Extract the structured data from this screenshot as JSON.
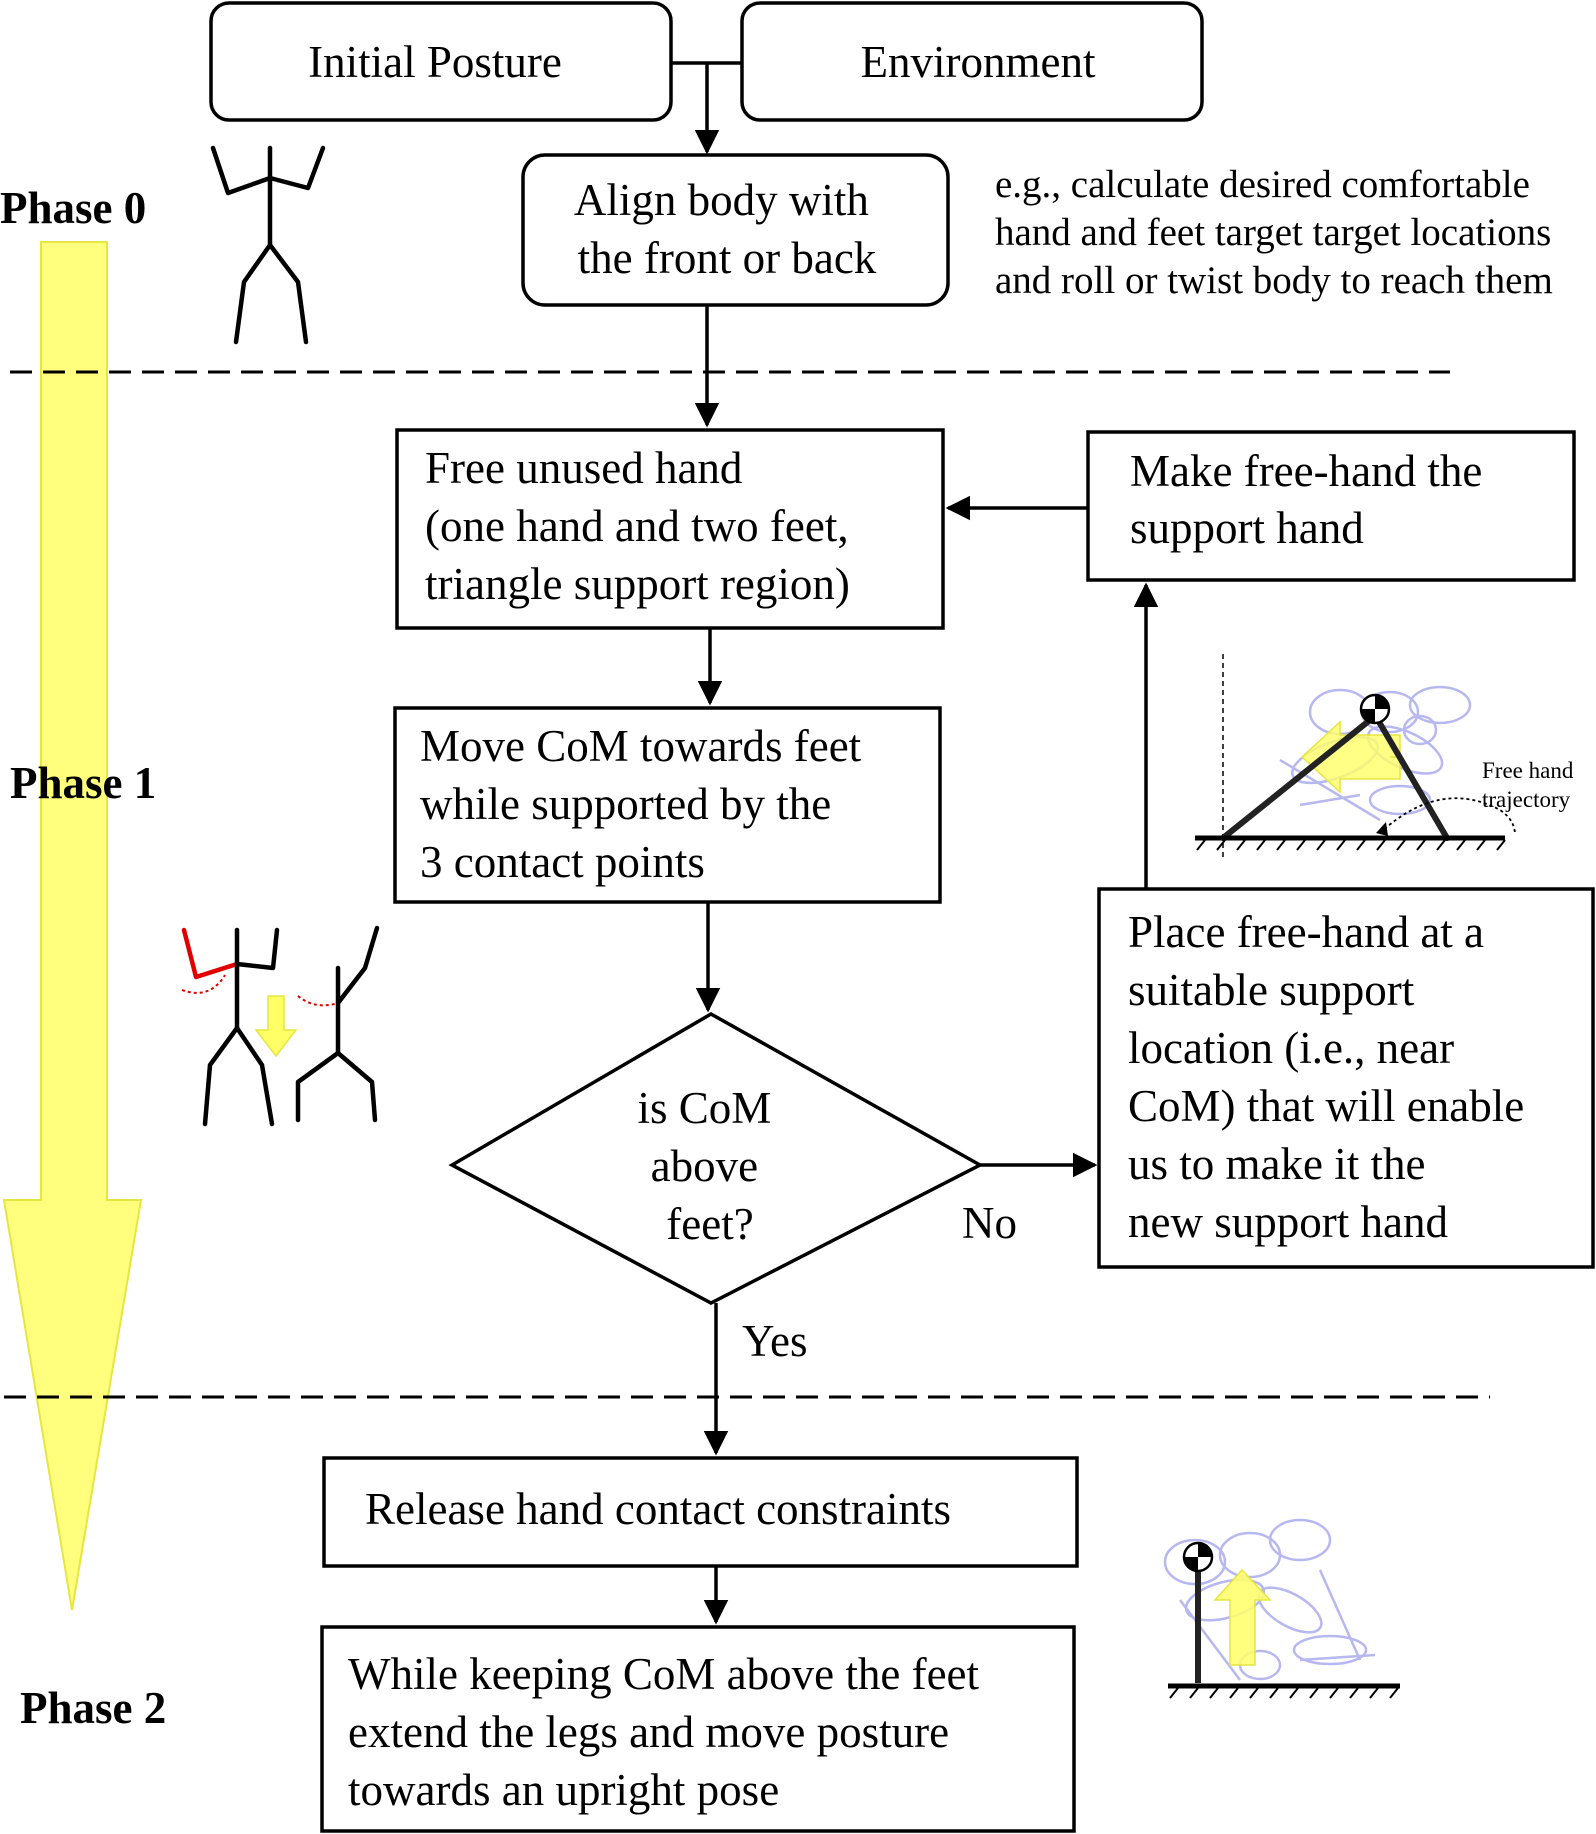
{
  "phases": {
    "p0": "Phase 0",
    "p1": "Phase 1",
    "p2": "Phase 2"
  },
  "boxes": {
    "initial_posture": "Initial Posture",
    "environment": "Environment",
    "align": [
      "Align body with",
      "the front or back"
    ],
    "free_hand": [
      "Free unused hand",
      "(one hand and two feet,",
      "triangle support region)"
    ],
    "make_support": [
      "Make free-hand the",
      "support hand"
    ],
    "move_com": [
      "Move CoM towards feet",
      "while supported by the",
      "3 contact points"
    ],
    "decision": [
      "is CoM",
      "above",
      "feet?"
    ],
    "place_hand": [
      "Place free-hand at a",
      "suitable support",
      "location (i.e., near",
      "CoM) that will enable",
      "us to make it the",
      "new support hand"
    ],
    "release": "Release hand contact constraints",
    "extend": [
      "While keeping CoM above the feet",
      "extend the legs and move posture",
      "towards an upright pose"
    ]
  },
  "edge_labels": {
    "no": "No",
    "yes": "Yes"
  },
  "note": [
    "e.g., calculate desired comfortable",
    "hand and feet target target locations",
    "and roll or twist body to reach them"
  ],
  "illustration": {
    "free_hand_label": [
      "Free hand",
      "trajectory"
    ]
  },
  "colors": {
    "phase_arrow": "#ffff66",
    "highlight_red": "#e00000",
    "ghost_blue": "#b8b8f0"
  }
}
